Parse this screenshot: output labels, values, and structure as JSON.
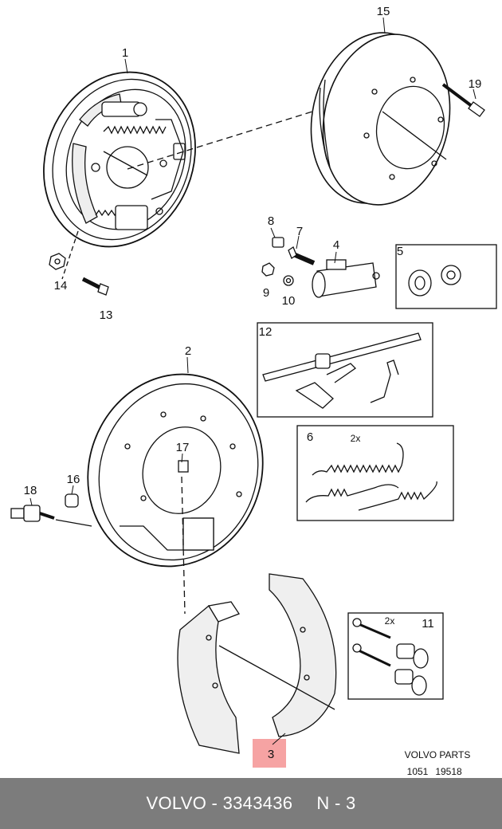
{
  "diagram": {
    "callouts": [
      "1",
      "2",
      "3",
      "4",
      "5",
      "6",
      "7",
      "8",
      "9",
      "10",
      "11",
      "12",
      "13",
      "14",
      "15",
      "16",
      "17",
      "18",
      "19"
    ],
    "qty_6": "2x",
    "qty_11": "2x",
    "highlight_color": "#f6a3a3",
    "brand_line1": "VOLVO PARTS",
    "brand_line2a": "1051",
    "brand_line2b": "19518"
  },
  "footer": {
    "brand": "VOLVO - 3343436",
    "ref": "N - 3",
    "background": "#7c7c7c"
  }
}
